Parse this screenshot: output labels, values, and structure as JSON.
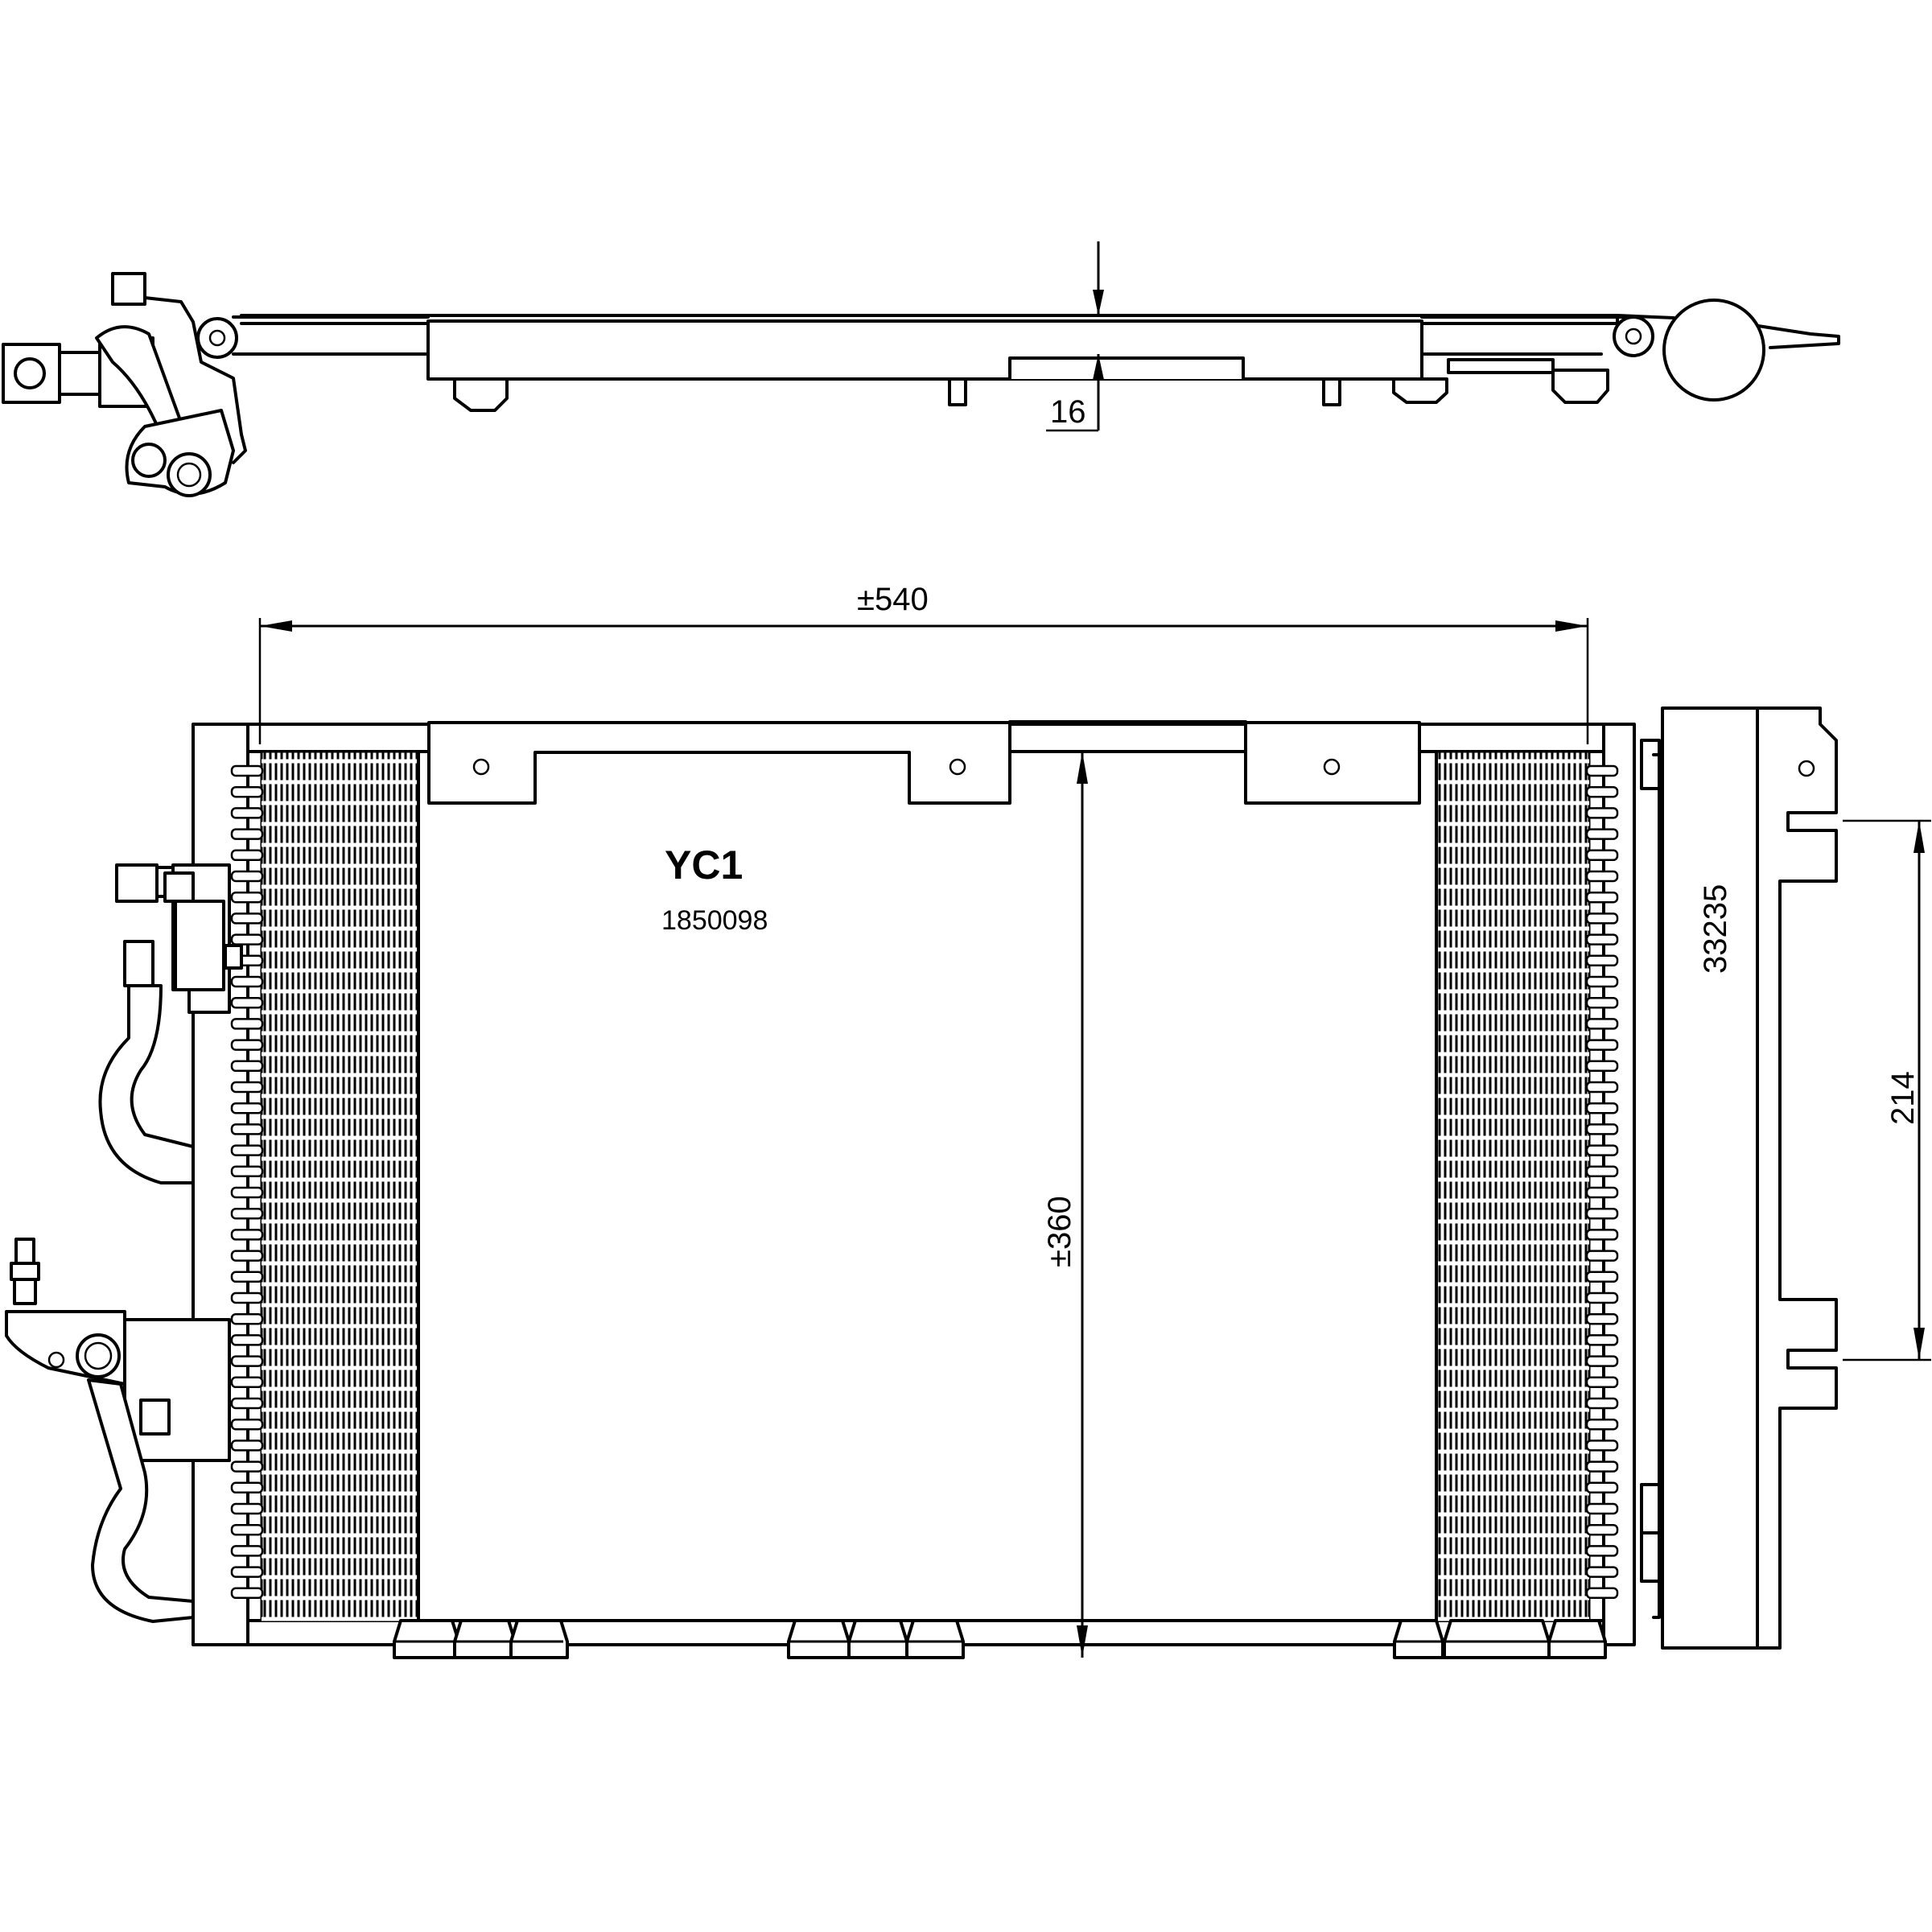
{
  "labels": {
    "model_code": "YC1",
    "part_number": "1850098",
    "side_part_number": "33235"
  },
  "dimensions": {
    "width": "±540",
    "height": "±360",
    "thickness": "16",
    "bracket_spacing": "214"
  },
  "colors": {
    "line": "#000000",
    "background": "#ffffff"
  }
}
